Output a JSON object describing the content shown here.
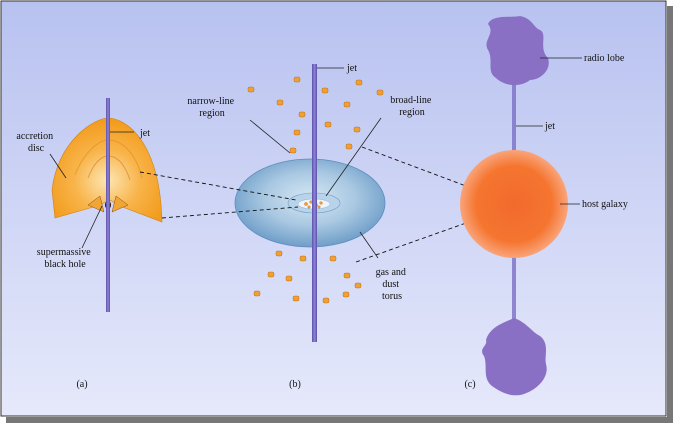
{
  "labels": {
    "accretion_disc": [
      "accretion",
      "disc"
    ],
    "jet_a": "jet",
    "supermassive_black_hole": [
      "supermassive",
      "black hole"
    ],
    "panel_a": "(a)",
    "jet_b": "jet",
    "narrow_line_region": [
      "narrow-line",
      "region"
    ],
    "broad_line_region": [
      "broad-line",
      "region"
    ],
    "gas_and_dust_torus": [
      "gas and",
      "dust",
      "torus"
    ],
    "panel_b": "(b)",
    "radio_lobe": "radio lobe",
    "jet_c": "jet",
    "host_galaxy": "host galaxy",
    "panel_c": "(c)"
  },
  "colors": {
    "background_top": "#b8c2f0",
    "background_bottom": "#e6e9fb",
    "jet": "#6a5fb8",
    "radio_lobe": "#8a70c4",
    "accretion_disc": "#f5a023",
    "torus": "#7ea9cf",
    "host_galaxy": "#f26a2e",
    "clouds": "#f0a030"
  }
}
